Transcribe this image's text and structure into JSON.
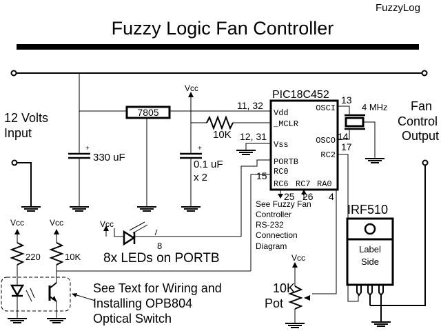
{
  "header": {
    "corner_label": "FuzzyLog",
    "title": "Fuzzy Logic Fan Controller"
  },
  "labels": {
    "input": [
      "12 Volts",
      "Input"
    ],
    "output": [
      "Fan",
      "Control",
      "Output"
    ],
    "vcc": "Vcc",
    "eight": "8",
    "leds": "8x LEDs on PORTB",
    "see_text": [
      "See Text for Wiring and",
      "Installing OPB804",
      "Optical Switch"
    ],
    "rs232": [
      "See Fuzzy Fan",
      "Controller",
      "RS-232",
      "Connection",
      "Diagram"
    ],
    "pot": [
      "10K",
      "Pot"
    ]
  },
  "components": {
    "regulator": "7805",
    "cap_bulk": "330 uF",
    "cap_bypass": [
      "0.1 uF",
      "x 2"
    ],
    "mclr_resistor": "10K",
    "crystal": "4 MHz",
    "r_led": "220",
    "r_pullup": "10K",
    "mosfet": {
      "name": "IRF510",
      "body_text": [
        "Label",
        "Side"
      ]
    },
    "plus_sign": "+"
  },
  "mcu": {
    "name": "PIC18C452",
    "left_pins": [
      "Vdd",
      "_MCLR",
      "Vss",
      "PORTB",
      "RC0",
      "RC6"
    ],
    "bottom_pins": [
      "RC7",
      "RA0"
    ],
    "right_pins": [
      "OSCI",
      "OSCO",
      "RC2"
    ],
    "pin_numbers": {
      "vdd": "11, 32",
      "vss": "12, 31",
      "rc0": "15",
      "osci": "13",
      "osco": "14",
      "rc2": "17",
      "rc6": "25",
      "rc7": "26",
      "ra0": "4"
    }
  }
}
